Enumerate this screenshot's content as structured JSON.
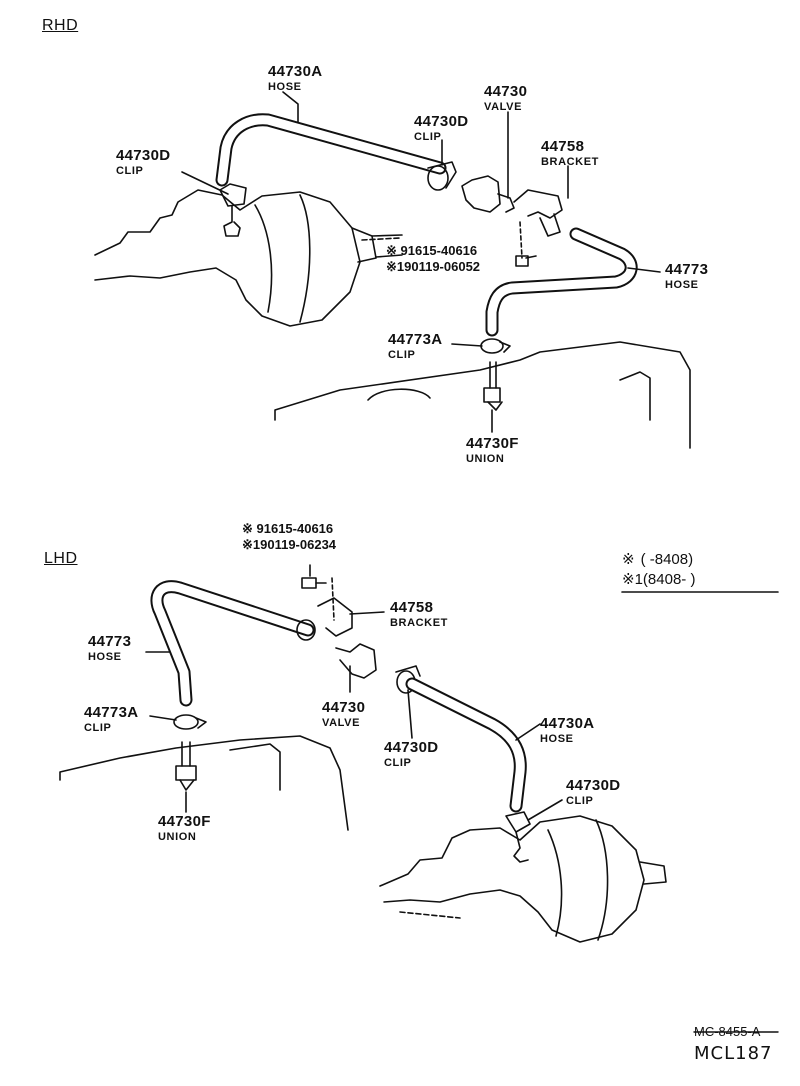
{
  "sections": {
    "rhd": "RHD",
    "lhd": "LHD"
  },
  "rhd_labels": {
    "hose_a_num": "44730A",
    "hose_a_name": "HOSE",
    "valve_num": "44730",
    "valve_name": "VALVE",
    "clip_d_top_num": "44730D",
    "clip_d_top_name": "CLIP",
    "clip_d_left_num": "44730D",
    "clip_d_left_name": "CLIP",
    "bracket_num": "44758",
    "bracket_name": "BRACKET",
    "bolt_1": "※ 91615-40616",
    "bolt_2": "※190119-06052",
    "hose_num": "44773",
    "hose_name": "HOSE",
    "clip_a_num": "44773A",
    "clip_a_name": "CLIP",
    "union_num": "44730F",
    "union_name": "UNION"
  },
  "lhd_labels": {
    "bolt_1": "※ 91615-40616",
    "bolt_2": "※190119-06234",
    "bracket_num": "44758",
    "bracket_name": "BRACKET",
    "hose_num": "44773",
    "hose_name": "HOSE",
    "valve_num": "44730",
    "valve_name": "VALVE",
    "hose_a_num": "44730A",
    "hose_a_name": "HOSE",
    "clip_a_num": "44773A",
    "clip_a_name": "CLIP",
    "clip_d_mid_num": "44730D",
    "clip_d_mid_name": "CLIP",
    "clip_d_right_num": "44730D",
    "clip_d_right_name": "CLIP",
    "union_num": "44730F",
    "union_name": "UNION"
  },
  "legend": {
    "row1_mark": "※",
    "row1_text": "(        -8408)",
    "row2_mark": "※1",
    "row2_text": "(8408-          )"
  },
  "footer": {
    "code_1": "MC-8455-A",
    "code_2": "MCL187"
  }
}
